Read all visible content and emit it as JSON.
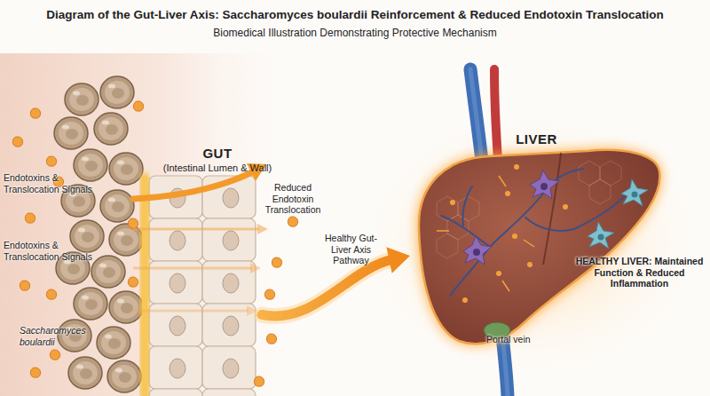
{
  "diagram": {
    "title": "Diagram of the Gut-Liver Axis: Saccharomyces boulardii Reinforcement & Reduced Endotoxin Translocation",
    "nodes": [
      {
        "text": [
          "GUT",
          "(Intestinal Lumen & Wall)"
        ]
      },
      {
        "text": [
          "LIVER"
        ]
      }
    ],
    "edges": [
      {
        "from": 0,
        "to": 1,
        "label": "Healthy Gut-Liver Axis Pathway",
        "arrow": "to"
      }
    ],
    "labels": [
      "Biomedical Illustration Demonstrating Protective Mechanism",
      "Endotoxins & Translocation Signals",
      "Endotoxins & Translocation Signals",
      "Saccharomyces boulardii",
      "Reduced Endotoxin Translocation",
      "HEALTHY LIVER: Maintained Function & Reduced Inflammation",
      "Portal vein"
    ]
  }
}
